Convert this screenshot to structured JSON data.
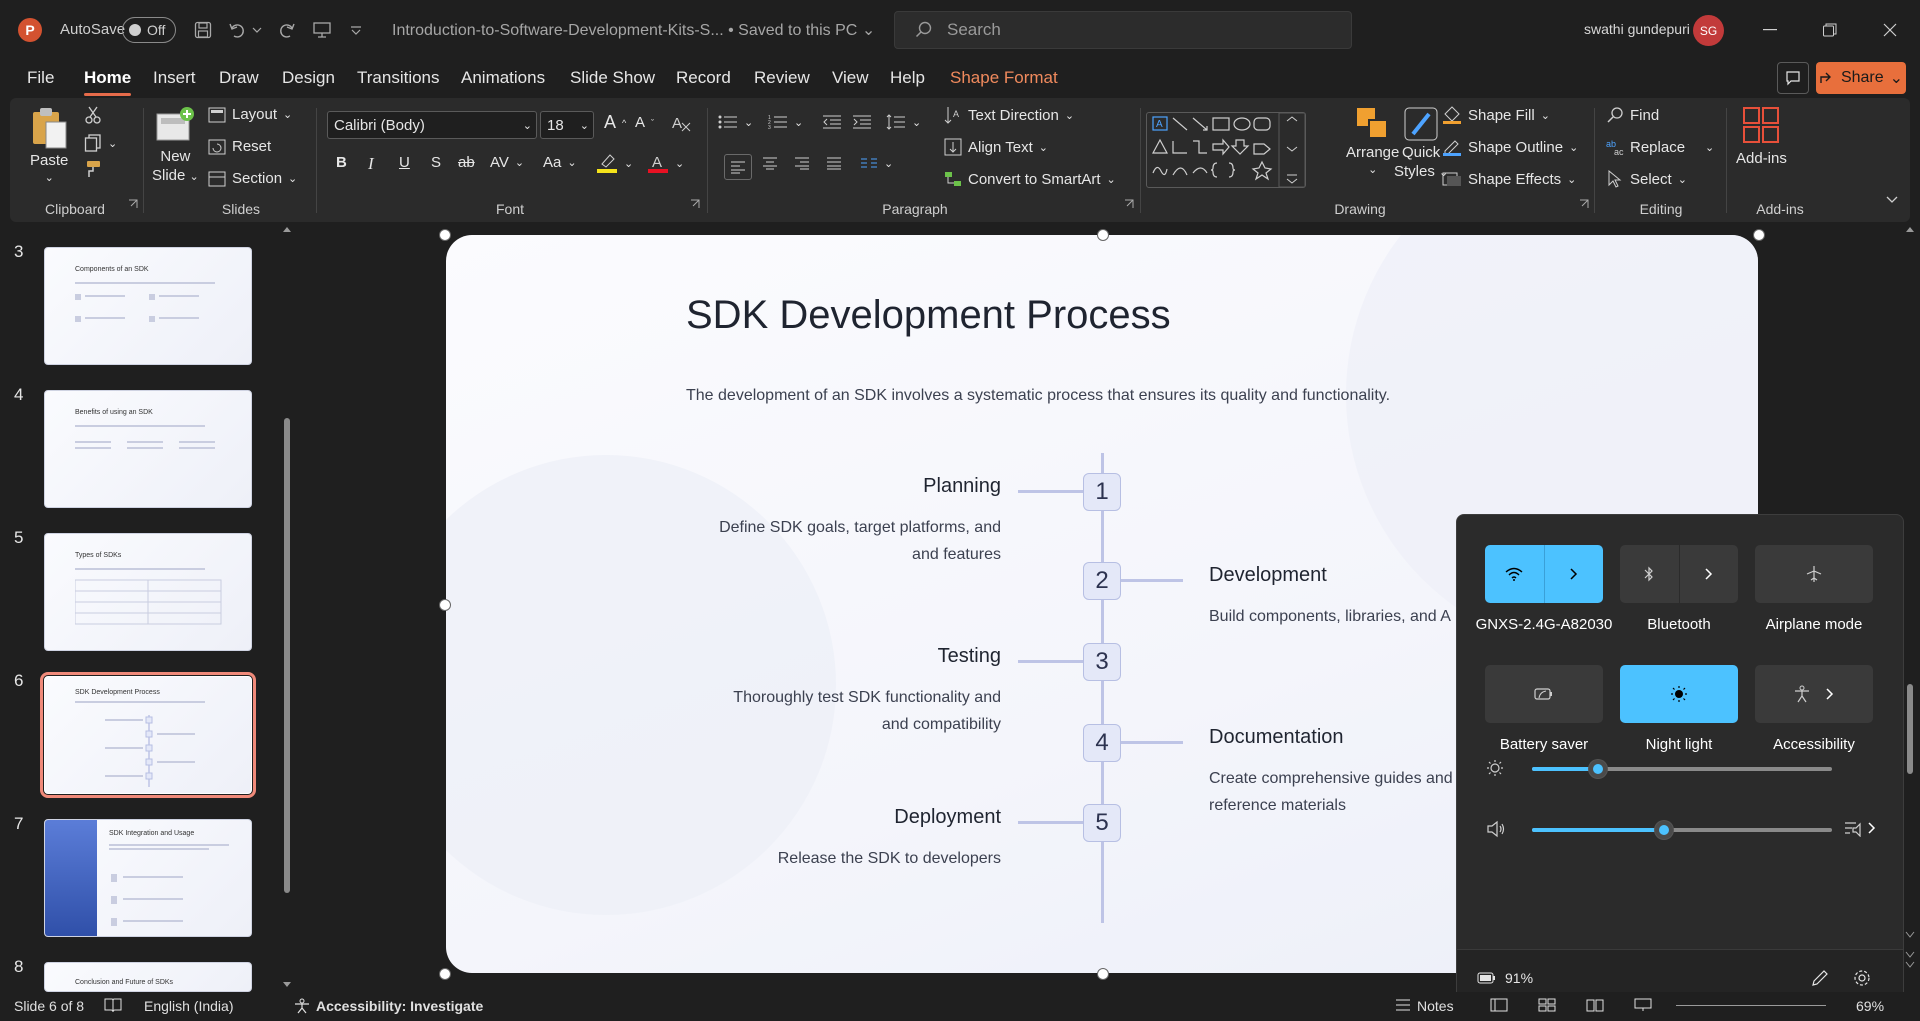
{
  "app": {
    "logo": "P",
    "autosave_label": "AutoSave",
    "autosave_state": "Off",
    "doc_title": "Introduction-to-Software-Development-Kits-S... • Saved to this PC",
    "search_placeholder": "Search",
    "user_name": "swathi gundepuri",
    "user_initials": "SG"
  },
  "tabs": [
    "File",
    "Home",
    "Insert",
    "Draw",
    "Design",
    "Transitions",
    "Animations",
    "Slide Show",
    "Record",
    "Review",
    "View",
    "Help",
    "Shape Format"
  ],
  "share_label": "Share",
  "ribbon": {
    "clipboard": {
      "paste": "Paste",
      "group": "Clipboard"
    },
    "slides": {
      "new_slide_1": "New",
      "new_slide_2": "Slide",
      "layout": "Layout",
      "reset": "Reset",
      "section": "Section",
      "group": "Slides"
    },
    "font": {
      "font_name": "Calibri (Body)",
      "font_size": "18",
      "bold": "B",
      "italic": "I",
      "underline": "U",
      "shadow": "S",
      "strike": "ab",
      "spacing": "AV",
      "case": "Aa",
      "grow": "A",
      "shrink": "A",
      "group": "Font",
      "highlight_color": "#f5e31b",
      "font_color": "#e81123"
    },
    "paragraph": {
      "text_direction": "Text Direction",
      "align_text": "Align Text",
      "convert_smartart": "Convert to SmartArt",
      "group": "Paragraph"
    },
    "drawing": {
      "arrange": "Arrange",
      "quick_styles_1": "Quick",
      "quick_styles_2": "Styles",
      "shape_fill": "Shape Fill",
      "shape_outline": "Shape Outline",
      "shape_effects": "Shape Effects",
      "group": "Drawing"
    },
    "editing": {
      "find": "Find",
      "replace": "Replace",
      "select": "Select",
      "group": "Editing"
    },
    "addins": {
      "label": "Add-ins",
      "group": "Add-ins"
    }
  },
  "thumbnails": [
    {
      "num": "3",
      "title": "Components of an SDK"
    },
    {
      "num": "4",
      "title": "Benefits of using an SDK"
    },
    {
      "num": "5",
      "title": "Types of SDKs"
    },
    {
      "num": "6",
      "title": "SDK Development Process",
      "selected": true
    },
    {
      "num": "7",
      "title": "SDK Integration and Usage"
    },
    {
      "num": "8",
      "title": "Conclusion and Future of SDKs"
    }
  ],
  "slide": {
    "title": "SDK Development Process",
    "subtitle": "The development of an SDK involves a systematic process that ensures its quality and functionality.",
    "steps": [
      {
        "num": "1",
        "name": "Planning",
        "desc1": "Define SDK goals, target platforms, and",
        "desc2": "and features"
      },
      {
        "num": "2",
        "name": "Development",
        "desc1": "Build components, libraries, and A",
        "desc2": ""
      },
      {
        "num": "3",
        "name": "Testing",
        "desc1": "Thoroughly test SDK functionality and",
        "desc2": "and compatibility"
      },
      {
        "num": "4",
        "name": "Documentation",
        "desc1": "Create comprehensive guides and",
        "desc2": "reference materials"
      },
      {
        "num": "5",
        "name": "Deployment",
        "desc1": "Release the SDK to developers",
        "desc2": ""
      }
    ]
  },
  "quick_settings": {
    "wifi_label": "GNXS-2.4G-A82030",
    "bluetooth_label": "Bluetooth",
    "airplane_label": "Airplane mode",
    "battery_saver_label": "Battery saver",
    "night_light_label": "Night light",
    "accessibility_label": "Accessibility",
    "brightness": 0.22,
    "volume": 0.44,
    "battery": "91%",
    "accent": "#4cc2ff"
  },
  "status": {
    "slide_of": "Slide 6 of 8",
    "language": "English (India)",
    "accessibility": "Accessibility: Investigate",
    "notes": "Notes",
    "zoom": "69%"
  }
}
